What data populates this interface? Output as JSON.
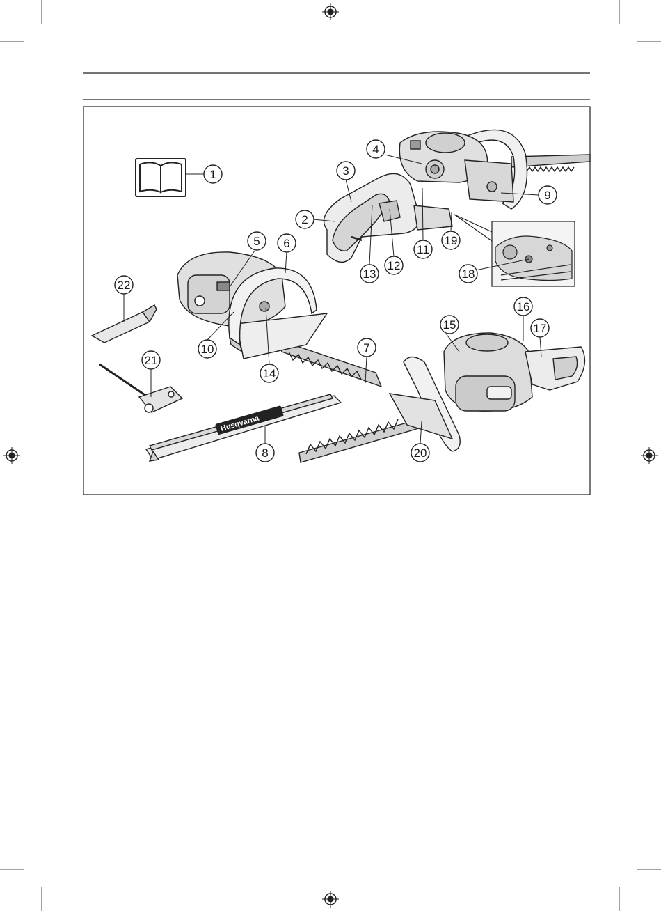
{
  "page": {
    "header_band": "",
    "figure": {
      "callouts": [
        {
          "n": "1"
        },
        {
          "n": "2"
        },
        {
          "n": "3"
        },
        {
          "n": "4"
        },
        {
          "n": "5"
        },
        {
          "n": "6"
        },
        {
          "n": "7"
        },
        {
          "n": "8"
        },
        {
          "n": "9"
        },
        {
          "n": "10"
        },
        {
          "n": "11"
        },
        {
          "n": "12"
        },
        {
          "n": "13"
        },
        {
          "n": "14"
        },
        {
          "n": "15"
        },
        {
          "n": "16"
        },
        {
          "n": "17"
        },
        {
          "n": "18"
        },
        {
          "n": "19"
        },
        {
          "n": "20"
        },
        {
          "n": "21"
        },
        {
          "n": "22"
        }
      ],
      "logo_text": "Husqvarna"
    }
  }
}
